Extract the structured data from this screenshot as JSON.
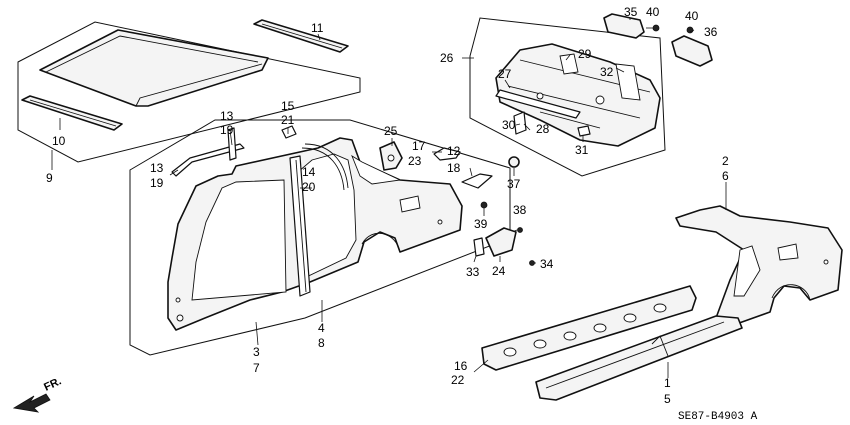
{
  "callouts": {
    "c1": "1",
    "c2": "2",
    "c3": "3",
    "c4": "4",
    "c5": "5",
    "c6": "6",
    "c7": "7",
    "c8": "8",
    "c9": "9",
    "c10": "10",
    "c11": "11",
    "c12": "12",
    "c13a": "13",
    "c13b": "13",
    "c14": "14",
    "c15": "15",
    "c16": "16",
    "c17": "17",
    "c18": "18",
    "c19a": "19",
    "c19b": "19",
    "c20": "20",
    "c21": "21",
    "c22": "22",
    "c23": "23",
    "c24": "24",
    "c25": "25",
    "c26": "26",
    "c27": "27",
    "c28": "28",
    "c29": "29",
    "c30": "30",
    "c31": "31",
    "c32": "32",
    "c33": "33",
    "c34": "34",
    "c35": "35",
    "c36": "36",
    "c37": "37",
    "c38": "38",
    "c39": "39",
    "c40a": "40",
    "c40b": "40"
  },
  "direction_label": "FR.",
  "diagram_code": "SE87-B4903 A"
}
